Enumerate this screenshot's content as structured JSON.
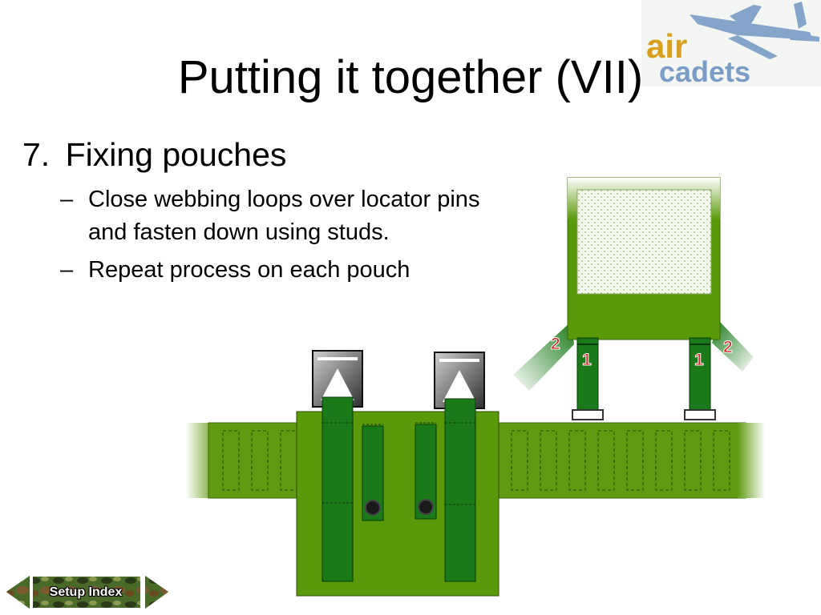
{
  "slide": {
    "title": "Putting it together (VII)",
    "heading_number": "7.",
    "heading_text": "Fixing pouches",
    "bullets": [
      {
        "dash": "–",
        "text": "Close webbing loops over locator pins and fasten down using studs."
      },
      {
        "dash": "–",
        "text": "Repeat process on each pouch"
      }
    ]
  },
  "logo": {
    "line1": "air",
    "line2": "cadets",
    "icon": "aircraft-icon"
  },
  "diagram": {
    "labels": [
      "2",
      "1",
      "1",
      "2"
    ],
    "colors": {
      "webbing": "#1a7a1a",
      "belt": "#6b9e0a",
      "pouch": "#5a9a0a",
      "label_red": "#d42020"
    }
  },
  "nav": {
    "label": "Setup Index",
    "prev_icon": "arrow-left-icon",
    "next_icon": "arrow-right-icon"
  }
}
